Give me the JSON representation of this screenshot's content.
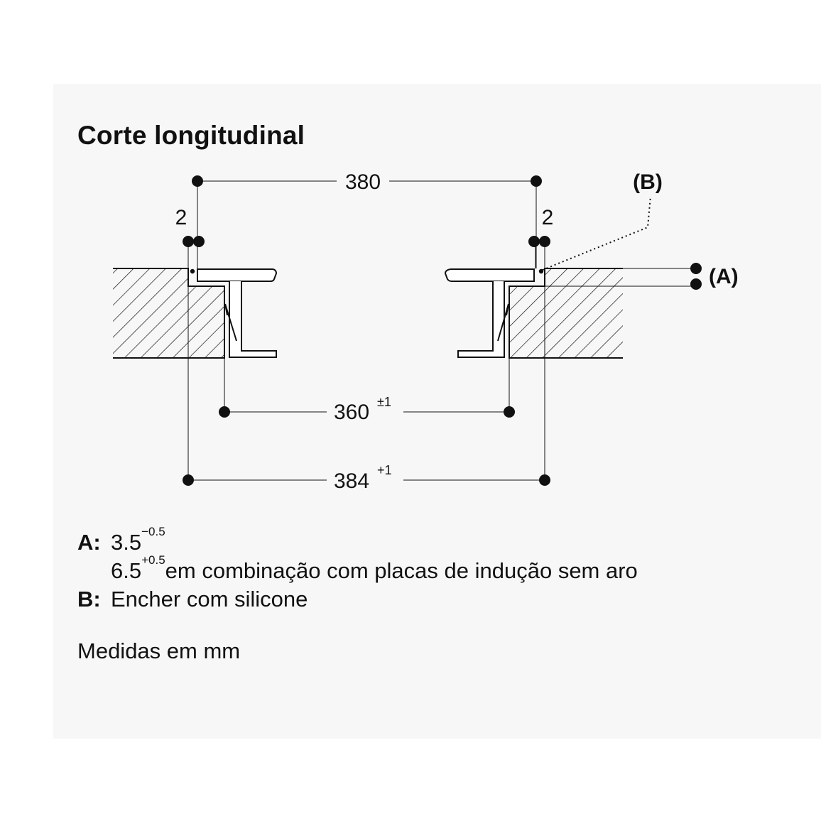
{
  "title": "Corte longitudinal",
  "dimensions": {
    "top_width": "380",
    "gap_left": "2",
    "gap_right": "2",
    "inner_width": "360",
    "inner_width_tol": "±1",
    "outer_width": "384",
    "outer_width_tol": "+1"
  },
  "callouts": {
    "a": "(A)",
    "b": "(B)"
  },
  "legend": {
    "a_key": "A:",
    "a_line1_value": "3.5",
    "a_line1_sup": "−0.5",
    "a_line2_value": "6.5",
    "a_line2_sup": "+0.5",
    "a_line2_text": "em combinação com placas de indução sem aro",
    "b_key": "B:",
    "b_text": "Encher com silicone"
  },
  "units_note": "Medidas em mm",
  "colors": {
    "ink": "#111111",
    "panel": "#f7f7f7",
    "background": "#ffffff"
  }
}
